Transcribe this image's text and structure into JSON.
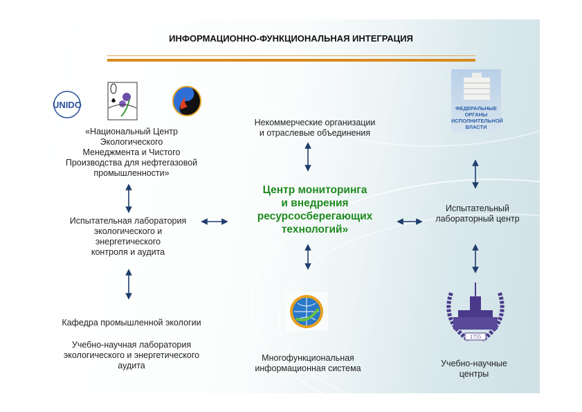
{
  "title": "ИНФОРМАЦИОННО-ФУНКЦИОНАЛЬНАЯ ИНТЕГРАЦИЯ",
  "colors": {
    "accent_line": "#d88a1c",
    "center_text": "#1f8a1f",
    "arrow": "#1f3d6b"
  },
  "center": {
    "lines": [
      "Центр мониторинга",
      "и внедрения",
      "ресурсосберегающих",
      "технологий»"
    ]
  },
  "left_top": {
    "logos": [
      "UNIDO",
      "flower-logo",
      "flame-logo"
    ],
    "lines": [
      "«Национальный Центр",
      "Экологического",
      "Менеджмента и Чистого",
      "Производства для нефтегазовой",
      "промышленности»"
    ]
  },
  "left_mid": {
    "lines": [
      "Испытательная лаборатория",
      "экологического  и",
      "энергетического",
      "контроля и аудита"
    ]
  },
  "left_bottom": {
    "line1": "Кафедра промышленной экологии",
    "lines": [
      "Учебно-научная лаборатория",
      "экологического  и энергетического",
      "аудита"
    ]
  },
  "top_center": {
    "lines": [
      "Некоммерческие организации",
      "и отраслевые объединения"
    ]
  },
  "bottom_center": {
    "lines": [
      "Многофункциональная",
      "информационная система"
    ]
  },
  "right_top": {
    "logo_lines": [
      "ФЕДЕРАЛЬНЫЕ",
      "ОРГАНЫ",
      "ИСПОЛНИТЕЛЬНОЙ",
      "ВЛАСТИ"
    ]
  },
  "right_mid": {
    "lines": [
      "Испытательный",
      "лабораторный центр"
    ]
  },
  "right_bottom": {
    "logo_year": "1755",
    "lines": [
      "Учебно-научные",
      "центры"
    ]
  }
}
